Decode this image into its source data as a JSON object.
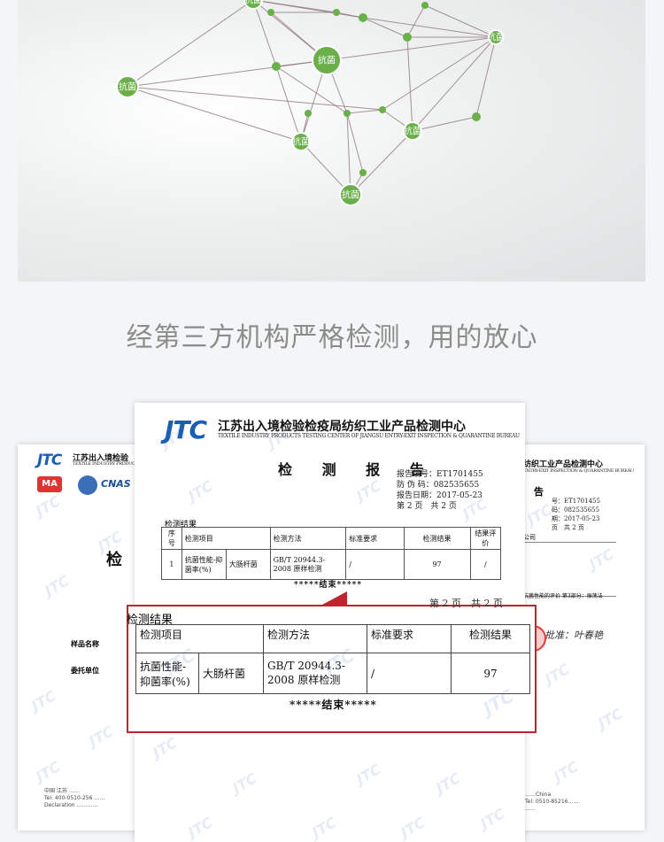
{
  "banner": {
    "node_label": "抗菌",
    "node_color": "#6aaf4a",
    "line_color": "#8a6f7a"
  },
  "headline": "经第三方机构严格检测，用的放心",
  "watermark": "JTC",
  "center_doc": {
    "logo": "JTC",
    "org_cn": "江苏出入境检验检疫局纺织工业产品检测中心",
    "org_en": "TEXTILE INDUSTRY PRODUCTS TESTING CENTER OF JIANGSU ENTRY-EXIT INSPECTION & QUARANTINE BUREAU",
    "title": "检 测 报 告",
    "report_no": "报告编号：ET1701455",
    "anti_fake": "防 伪 码：082535655",
    "report_date": "报告日期：2017-05-23",
    "page": "第 2 页　共 2 页",
    "section": "检测结果",
    "headers": [
      "序号",
      "检测项目",
      "检测方法",
      "标准要求",
      "检测结果",
      "结果评价"
    ],
    "row": [
      "1",
      "抗菌性能-抑菌率(%)",
      "大肠杆菌",
      "GB/T 20944.3-2008 原样检测",
      "/",
      "97",
      "/"
    ],
    "end": "*****结束*****"
  },
  "zoom": {
    "section": "检测结果",
    "headers": [
      "检测项目",
      "检测方法",
      "标准要求",
      "检测结果"
    ],
    "item": "抗菌性能-抑菌率(%)",
    "bacteria": "大肠杆菌",
    "method": "GB/T 20944.3-2008 原样检测",
    "standard": "/",
    "result": "97",
    "end": "*****结束*****",
    "behind_page": "第 2 页　共 2 页"
  },
  "left_doc": {
    "logo": "JTC",
    "org_cn": "江苏出入境检验",
    "org_en": "TEXTILE INDUSTRY PRODUCTS TEST",
    "badge_ma": "MA",
    "badge_cnas": "CNAS",
    "title": "检",
    "sample_name": "样品名称",
    "client": "委托单位"
  },
  "right_doc": {
    "org_cn": "纺织工业产品检测中心",
    "org_en": "ENTRY-EXIT INSPECTION & QUARANTINE BUREAU",
    "title": "告",
    "report_no": "号：ET1701455",
    "anti_fake": "码：082535655",
    "report_date": "期：2017-05-23",
    "page": "页　共 2 页",
    "company": "公司",
    "note": "抗菌性能的评价 第3部分：振荡法",
    "signature": "批准：叶春艳"
  }
}
